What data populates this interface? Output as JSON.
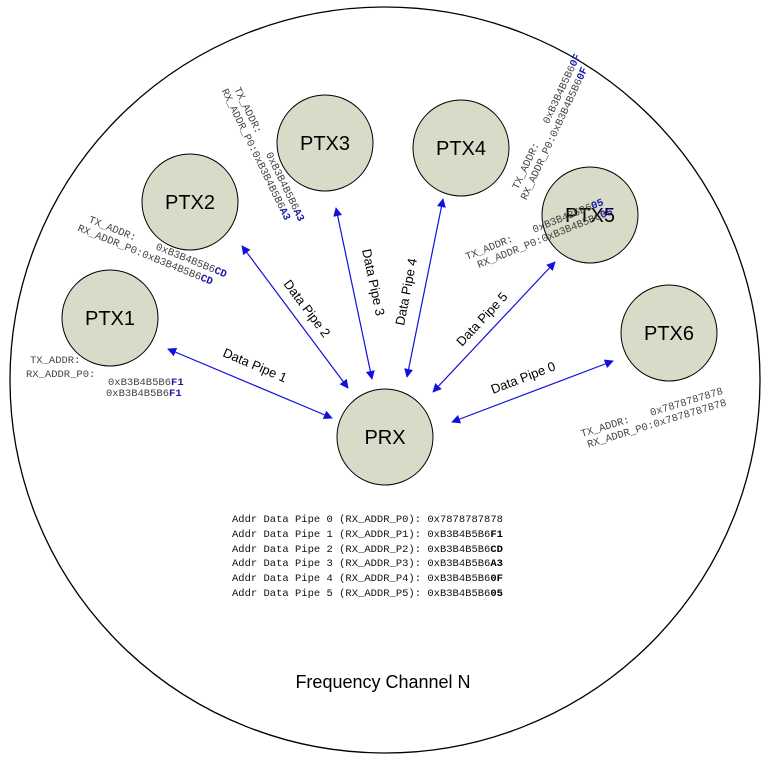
{
  "nodes": {
    "ptx1": "PTX1",
    "ptx2": "PTX2",
    "ptx3": "PTX3",
    "ptx4": "PTX4",
    "ptx5": "PTX5",
    "ptx6": "PTX6",
    "prx": "PRX"
  },
  "pipes": {
    "p0": "Data Pipe 0",
    "p1": "Data Pipe 1",
    "p2": "Data Pipe 2",
    "p3": "Data Pipe 3",
    "p4": "Data Pipe 4",
    "p5": "Data Pipe 5"
  },
  "addr": {
    "ptx1": {
      "tx_label": "TX_ADDR:",
      "tx_value": "0xB3B4B5B6",
      "tx_suffix": "F1",
      "rx_label": "RX_ADDR_P0:",
      "rx_value": "0xB3B4B5B6",
      "rx_suffix": "F1"
    },
    "ptx2": {
      "tx_label": "TX_ADDR:",
      "tx_value": "0xB3B4B5B6",
      "tx_suffix": "CD",
      "rx_label": "RX_ADDR_P0:",
      "rx_value": "0xB3B4B5B6",
      "rx_suffix": "CD"
    },
    "ptx3": {
      "tx_label": "TX_ADDR:",
      "tx_value": "0xB3B4B5B6",
      "tx_suffix": "A3",
      "rx_label": "RX_ADDR_P0:",
      "rx_value": "0xB3B4B5B6",
      "rx_suffix": "A3"
    },
    "ptx4": {
      "tx_label": "TX_ADDR:",
      "tx_value": "0xB3B4B5B6",
      "tx_suffix": "0F",
      "rx_label": "RX_ADDR_P0:",
      "rx_value": "0xB3B4B5B6",
      "rx_suffix": "0F"
    },
    "ptx5": {
      "tx_label": "TX_ADDR:",
      "tx_value": "0xB3B4B5B6",
      "tx_suffix": "05",
      "rx_label": "RX_ADDR_P0:",
      "rx_value": "0xB3B4B5B6",
      "rx_suffix": "05"
    },
    "ptx6": {
      "tx_label": "TX_ADDR:",
      "tx_value": "0x7878787878",
      "rx_label": "RX_ADDR_P0:",
      "rx_value": "0x7878787878"
    }
  },
  "table": [
    {
      "label": "Addr Data Pipe 0 (RX_ADDR_P0): ",
      "value": "0x7878787878",
      "suffix": ""
    },
    {
      "label": "Addr Data Pipe 1 (RX_ADDR_P1): ",
      "value": "0xB3B4B5B6",
      "suffix": "F1"
    },
    {
      "label": "Addr Data Pipe 2 (RX_ADDR_P2): ",
      "value": "0xB3B4B5B6",
      "suffix": "CD"
    },
    {
      "label": "Addr Data Pipe 3 (RX_ADDR_P3): ",
      "value": "0xB3B4B5B6",
      "suffix": "A3"
    },
    {
      "label": "Addr Data Pipe 4 (RX_ADDR_P4): ",
      "value": "0xB3B4B5B6",
      "suffix": "0F"
    },
    {
      "label": "Addr Data Pipe 5 (RX_ADDR_P5): ",
      "value": "0xB3B4B5B6",
      "suffix": "05"
    }
  ],
  "footer": "Frequency Channel N",
  "colors": {
    "node_fill": "#d9dbc8",
    "arrow": "#1111dd",
    "accent": "#1a1aa8"
  }
}
